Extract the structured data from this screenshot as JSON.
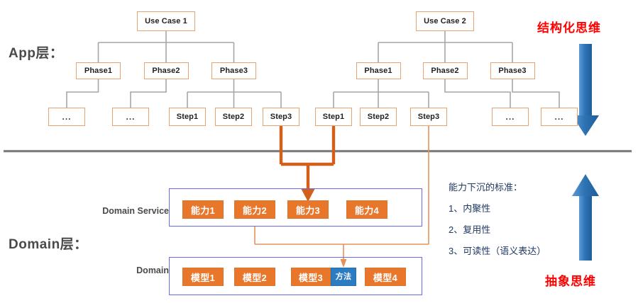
{
  "layers": {
    "app_label": "App层：",
    "domain_label": "Domain层：",
    "domain_service_row_label": "Domain Service",
    "domain_row_label": "Domain"
  },
  "trees": [
    {
      "root": "Use Case 1",
      "phases": [
        "Phase1",
        "Phase2",
        "Phase3"
      ],
      "steps": [
        "...",
        "...",
        "Step1",
        "Step2",
        "Step3"
      ]
    },
    {
      "root": "Use Case 2",
      "phases": [
        "Phase1",
        "Phase2",
        "Phase3"
      ],
      "steps": [
        "Step1",
        "Step2",
        "Step3",
        "...",
        "..."
      ]
    }
  ],
  "domain_service": {
    "items": [
      "能力1",
      "能力2",
      "能力3",
      "能力4"
    ]
  },
  "domain": {
    "items": [
      {
        "label": "模型1",
        "color": "orange"
      },
      {
        "label": "模型2",
        "color": "orange"
      },
      {
        "label": "模型3",
        "color": "orange"
      },
      {
        "label": "方法",
        "color": "blue"
      },
      {
        "label": "模型4",
        "color": "orange"
      }
    ]
  },
  "notes": {
    "title": "能力下沉的标准：",
    "items": [
      "1、内聚性",
      "2、复用性",
      "3、可读性（语义表达）"
    ]
  },
  "arrows": {
    "top_label": "结构化思维",
    "bottom_label": "抽象思维"
  },
  "colors": {
    "box_border": "#E8A373",
    "chip_orange": "#E8772B",
    "chip_blue": "#2B7CC0",
    "group_border": "#6A6AE8",
    "tree_line": "#A6A6A6",
    "divider": "#808080",
    "connector_thick": "#D2601A",
    "connector_thin": "#E8905A",
    "red": "#FF0000",
    "note_text": "#1F3864",
    "arrow_blue": "#2E74B5"
  }
}
